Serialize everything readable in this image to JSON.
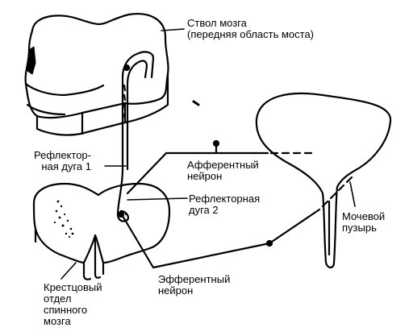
{
  "labels": {
    "brainstem": {
      "line1": "Ствол мозга",
      "line2": "(передняя область моста)"
    },
    "reflex_arc_1": {
      "line1": "Рефлектор-",
      "line2": "ная дуга 1"
    },
    "afferent_neuron": {
      "line1": "Афферентный",
      "line2": "нейрон"
    },
    "reflex_arc_2": {
      "line1": "Рефлекторная",
      "line2": "дуга 2"
    },
    "bladder": {
      "line1": "Мочевой",
      "line2": "пузырь"
    },
    "efferent_neuron": {
      "line1": "Эфферентный",
      "line2": "нейрон"
    },
    "sacral_cord": {
      "line1": "Крестцовый",
      "line2": "отдел",
      "line3": "спинного",
      "line4": "мозга"
    }
  },
  "colors": {
    "ink": "#000000",
    "fill": "#ffffff"
  }
}
